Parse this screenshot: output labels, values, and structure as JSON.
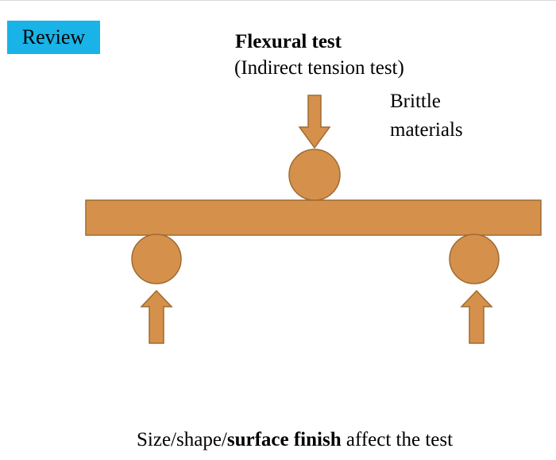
{
  "badge": {
    "label": "Review"
  },
  "title": "Flexural test",
  "subtitle": "(Indirect tension test)",
  "note": {
    "line1": "Brittle",
    "line2": "materials"
  },
  "caption": {
    "part1": "Size/shape/",
    "bold": "surface finish",
    "part2": " affect the test"
  },
  "colors": {
    "fill": "#d5914c",
    "stroke": "#9e6a32",
    "badge": "#19b3e8"
  }
}
